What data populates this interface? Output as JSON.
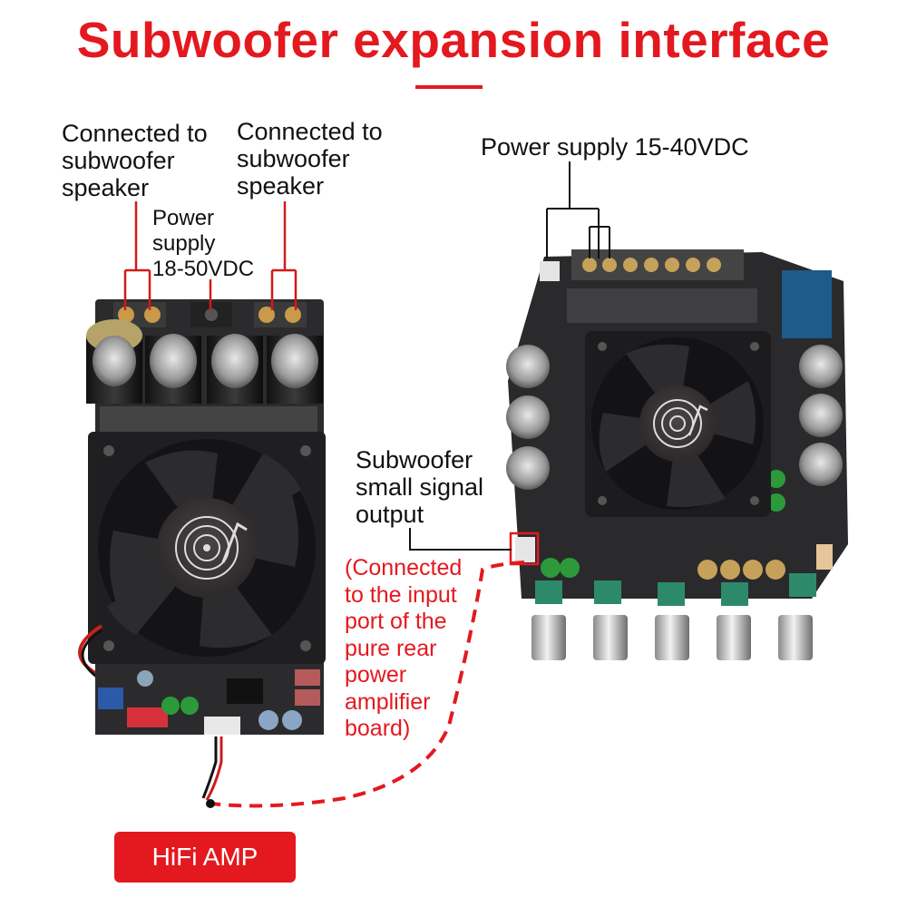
{
  "title": "Subwoofer expansion interface",
  "colors": {
    "accent": "#e3191f",
    "board": "#2a2a2c",
    "fan": "#1c1c1e",
    "callout_line": "#d11a1a"
  },
  "left_board": {
    "label_speaker_a": [
      "Connected to",
      "subwoofer",
      "speaker"
    ],
    "label_speaker_b": [
      "Connected to",
      "subwoofer",
      "speaker"
    ],
    "label_power": [
      "Power",
      "supply",
      "18-50VDC"
    ],
    "tag": "HiFi AMP",
    "fan_icon": "spiral-music-note-logo"
  },
  "right_board": {
    "label_power": "Power supply 15-40VDC",
    "label_output": [
      "Subwoofer",
      "small signal",
      "output"
    ],
    "label_connect": [
      "(Connected",
      "to the input",
      "port of the",
      "pure rear",
      "power",
      "amplifier",
      "board)"
    ],
    "knob_count": 5,
    "fan_icon": "spiral-music-note-logo"
  }
}
